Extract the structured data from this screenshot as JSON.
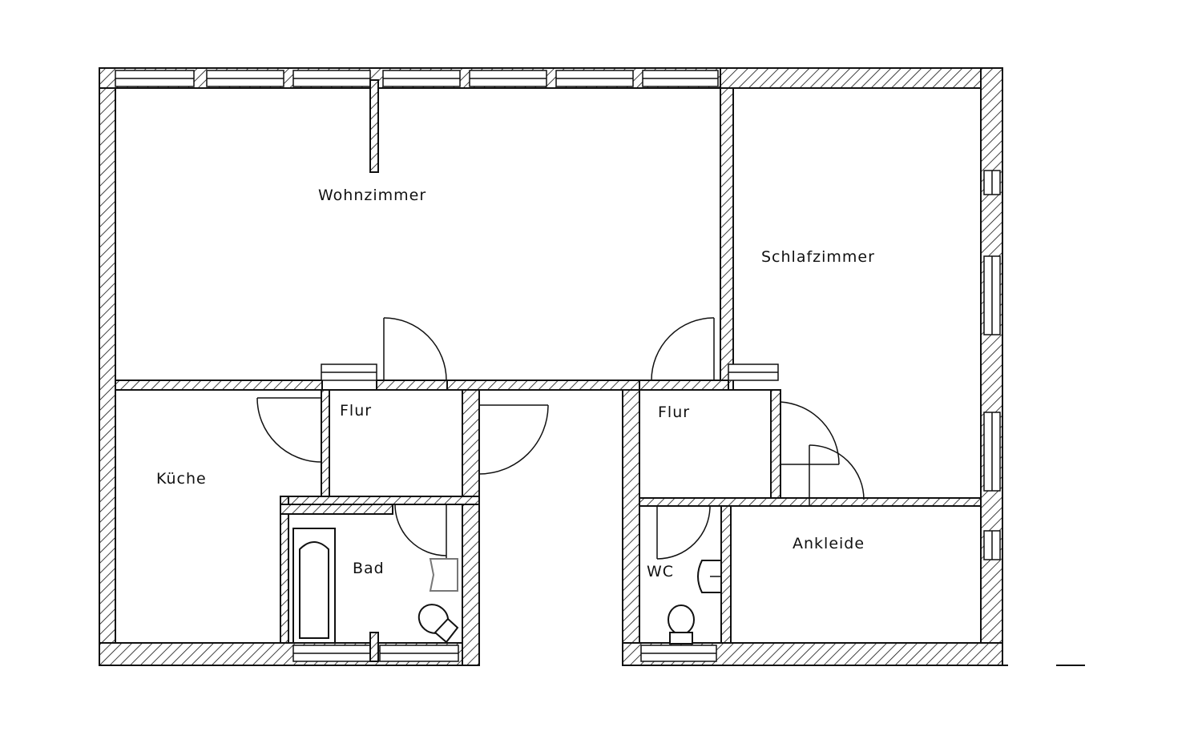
{
  "rooms": {
    "wohnzimmer": "Wohnzimmer",
    "schlafzimmer": "Schlafzimmer",
    "kueche": "Küche",
    "flur_left": "Flur",
    "flur_right": "Flur",
    "bad": "Bad",
    "wc": "WC",
    "ankleide": "Ankleide"
  },
  "colors": {
    "line": "#111111",
    "background": "#ffffff"
  }
}
